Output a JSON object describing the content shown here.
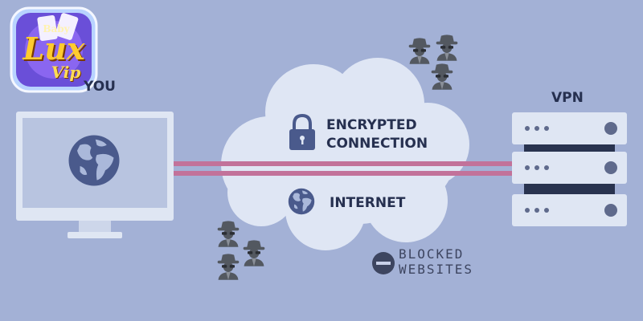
{
  "logo": {
    "line1": "Baby",
    "line2": "Lux",
    "line3": "Vip"
  },
  "labels": {
    "you": "YOU",
    "vpn": "VPN",
    "encrypted": "ENCRYPTED",
    "connection": "CONNECTION",
    "internet": "INTERNET",
    "blocked": "BLOCKED",
    "websites": "WEBSITES"
  },
  "colors": {
    "background": "#a3b1d6",
    "cloud": "#dfe6f4",
    "monitor": "#dfe6f3",
    "screen": "#b8c4e0",
    "globe": "#4a5a8c",
    "server_dark": "#29334f",
    "server_light": "#5f6a8c",
    "tunnel": "#c2729a",
    "hacker": "#535860"
  },
  "icons": [
    "globe-icon",
    "lock-icon",
    "server-rack-icon",
    "spy-icon",
    "minus-circle-icon",
    "logo-icon"
  ]
}
